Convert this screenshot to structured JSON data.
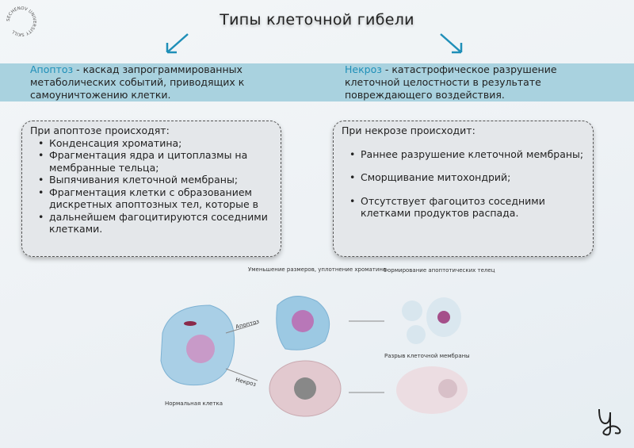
{
  "title": "Типы клеточной гибели",
  "seal_text": "SECHENOV UNIVERSITY SKILL",
  "logo_text": "US",
  "apoptosis": {
    "term": "Апоптоз",
    "definition": " - каскад запрограммированных метаболических событий, приводящих к самоуничтожению клетки.",
    "box_heading": "При апоптозе происходят:",
    "items": [
      "Конденсация хроматина;",
      "Фрагментация ядра и цитоплазмы на мембранные тельца;",
      "Выпячивания клеточной мембраны;",
      "Фрагментация клетки с образованием дискретных апоптозных тел, которые в",
      "дальнейшем фагоцитируются соседними клетками."
    ]
  },
  "necrosis": {
    "term": "Некроз",
    "definition": " - катастрофическое разрушение клеточной целостности в результате повреждающего воздействия.",
    "box_heading": "При некрозе происходит:",
    "items": [
      "Раннее разрушение клеточной мембраны;",
      "Сморщивание митохондрий;",
      "Отсутствует фагоцитоз соседними клетками продуктов распада."
    ]
  },
  "figure": {
    "normal": "Нормальная клетка",
    "apoptosis_arrow": "Апоптоз",
    "necrosis_arrow": "Некроз",
    "shrink": "Уменьшение размеров, уплотнение хроматина",
    "bodies": "Формирование апоптотических телец",
    "rupture": "Разрыв клеточной мембраны"
  },
  "colors": {
    "accent": "#1f8fb8",
    "band": "#a9d2df"
  }
}
